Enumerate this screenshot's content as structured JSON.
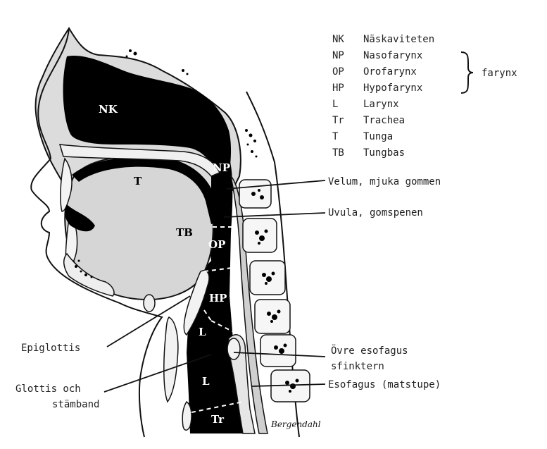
{
  "legend": [
    {
      "code": "NK",
      "name": "Näskaviteten"
    },
    {
      "code": "NP",
      "name": "Nasofarynx"
    },
    {
      "code": "OP",
      "name": "Orofarynx"
    },
    {
      "code": "HP",
      "name": "Hypofarynx"
    },
    {
      "code": "L",
      "name": "Larynx"
    },
    {
      "code": "Tr",
      "name": "Trachea"
    },
    {
      "code": "T",
      "name": "Tunga"
    },
    {
      "code": "TB",
      "name": "Tungbas"
    }
  ],
  "bracket_label": "farynx",
  "regions": {
    "nk": "NK",
    "np": "NP",
    "t": "T",
    "tb": "TB",
    "op": "OP",
    "hp": "HP",
    "l_upper": "L",
    "l_lower": "L",
    "tr": "Tr"
  },
  "callouts": {
    "velum": "Velum, mjuka gommen",
    "uvula": "Uvula, gomspenen",
    "epiglottis": "Epiglottis",
    "glottis_line1": "Glottis och",
    "glottis_line2": "stämband",
    "ues_line1": "Övre esofagus",
    "ues_line2": "sfinktern",
    "esofagus": "Esofagus (matstupe)"
  },
  "signature": "Bergendahl"
}
